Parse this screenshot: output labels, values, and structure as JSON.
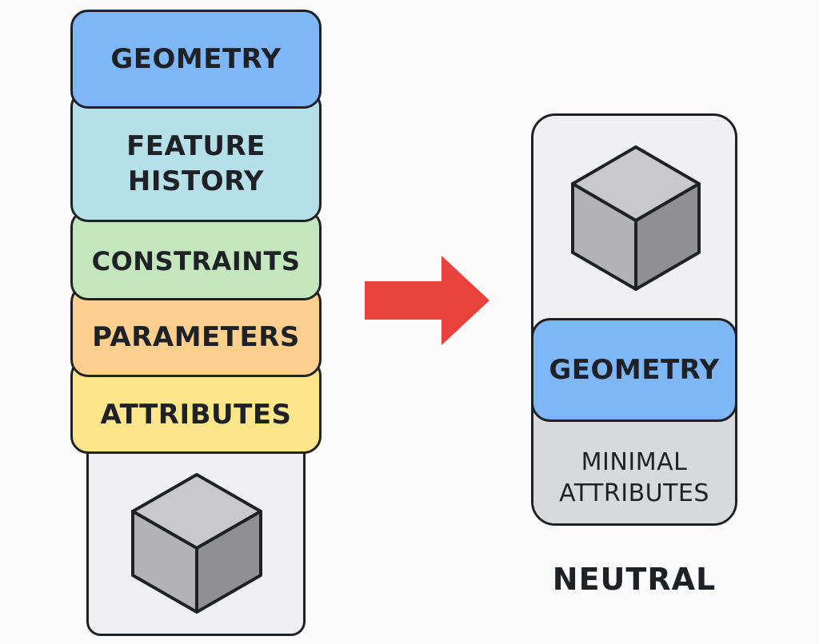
{
  "source_stack": {
    "layers": [
      {
        "label": "ATTRIBUTES",
        "color": "#fde68a"
      },
      {
        "label": "PARAMETERS",
        "color": "#fdcf8c"
      },
      {
        "label": "CONSTRAINTS",
        "color": "#c4e6bc"
      },
      {
        "label": "FEATURE\nHISTORY",
        "color": "#b5e0ea"
      },
      {
        "label": "GEOMETRY",
        "color": "#7fb6f5"
      }
    ],
    "base_icon": "cube-icon"
  },
  "conversion_arrow": {
    "icon": "right-arrow-icon",
    "color": "#e8433a"
  },
  "neutral": {
    "geometry_label": "GEOMETRY",
    "geometry_color": "#7fb6f5",
    "minimal_label": "MINIMAL\nATTRIBUTES",
    "minimal_color": "#d8d9dc",
    "icon": "cube-icon",
    "caption": "NEUTRAL"
  }
}
